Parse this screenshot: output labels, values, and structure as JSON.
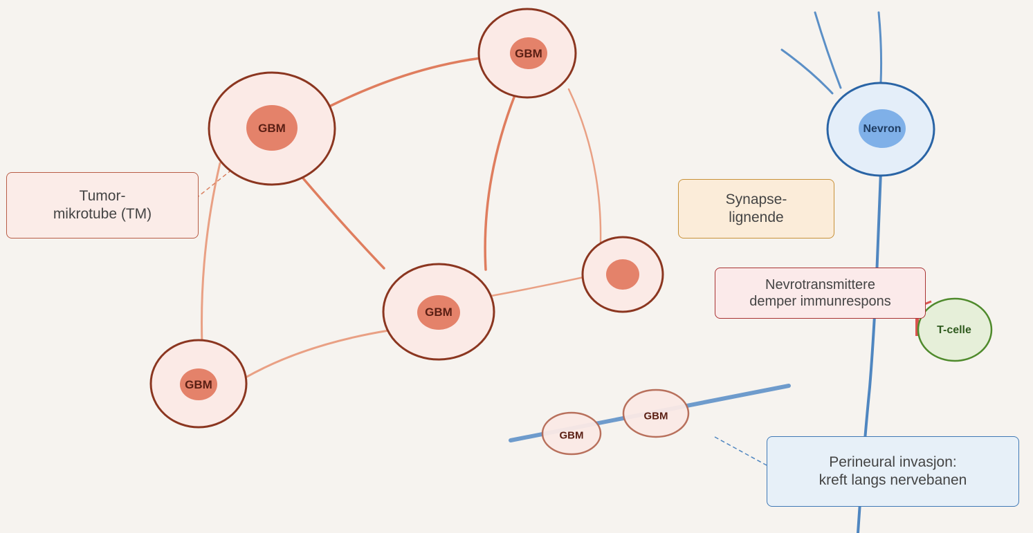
{
  "colors": {
    "background": "#f6f3ef",
    "gbm_membrane": "#8b3620",
    "gbm_fill": "#fbeae6",
    "gbm_nucleus": "#e4826a",
    "microtube": "#e0805f",
    "neuron_border": "#2a64a5",
    "neuron_fill": "#e4eef9",
    "neuron_nucleus": "#7fb0e8",
    "axon": "#4f86c0",
    "tcell_border": "#4f8a2c",
    "tcell_fill": "#e6efd9",
    "synapse_mark": "#d9534f"
  },
  "cells": {
    "gbm_left": "GBM",
    "gbm_top": "GBM",
    "gbm_center": "GBM",
    "gbm_bottom": "GBM",
    "gbm_nerve_1": "GBM",
    "gbm_nerve_2": "GBM"
  },
  "neuron_label": "Nevron",
  "tcell_label": "T-celle",
  "boxes": {
    "tumor_microtube": {
      "line1": "Tumor-",
      "line2": "mikrotube (TM)"
    },
    "synapse": {
      "line1": "Synapse-",
      "line2": "lignende"
    },
    "neurotransmitter": {
      "line1": "Nevrotransmittere",
      "line2": "demper immunrespons"
    },
    "perineural": {
      "line1": "Perineural invasjon:",
      "line2": "kreft langs nervebanen"
    }
  }
}
